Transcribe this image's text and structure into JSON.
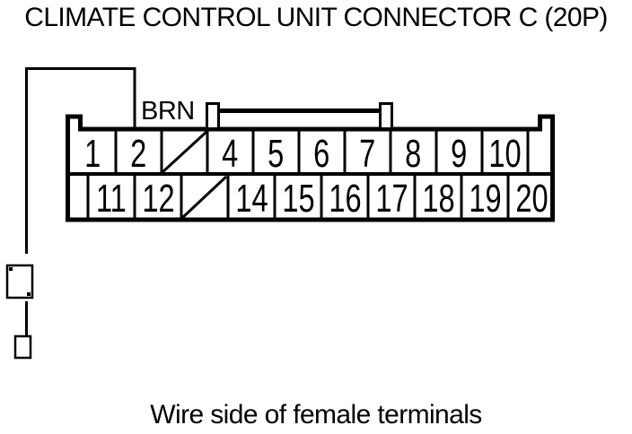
{
  "page": {
    "title": "CLIMATE CONTROL UNIT CONNECTOR C (20P)",
    "caption": "Wire side of female terminals"
  },
  "connector": {
    "wire_color_label": "BRN",
    "wire_connected_pin": "2",
    "pins": {
      "top": [
        "1",
        "2",
        "",
        "4",
        "5",
        "6",
        "7",
        "8",
        "9",
        "10"
      ],
      "bottom": [
        "11",
        "12",
        "",
        "14",
        "15",
        "16",
        "17",
        "18",
        "19",
        "20"
      ]
    },
    "crossed_out_cells": {
      "top_index": 2,
      "bottom_index": 2
    }
  },
  "colors": {
    "line": "#000000",
    "background": "#ffffff"
  }
}
